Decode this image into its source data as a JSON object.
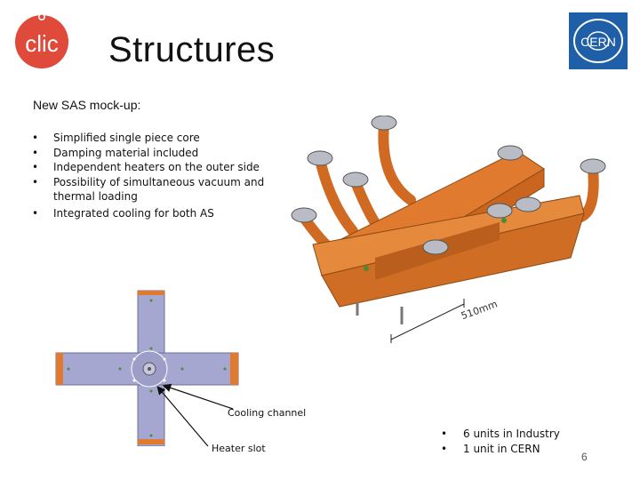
{
  "logos": {
    "clic_text": "clic",
    "cern_text": "CERN"
  },
  "colors": {
    "clic_red": "#e04a3a",
    "cern_blue": "#1f5fa8",
    "structure_orange": "#e07a2e",
    "drawing_gray": "#a6a7d0"
  },
  "slide": {
    "title": "Structures",
    "intro": "New SAS mock-up:",
    "bullets": [
      "Simplified single piece core",
      "Damping material included",
      "Independent heaters on the outer side",
      "Possibility of simultaneous vacuum and thermal loading",
      "Integrated cooling for both AS"
    ],
    "labels": {
      "cooling_channel": "Cooling channel",
      "heater_slot": "Heater slot",
      "dimension": "510mm"
    },
    "units": [
      "6 units in Industry",
      "1 unit in CERN"
    ],
    "page_number": "6"
  }
}
